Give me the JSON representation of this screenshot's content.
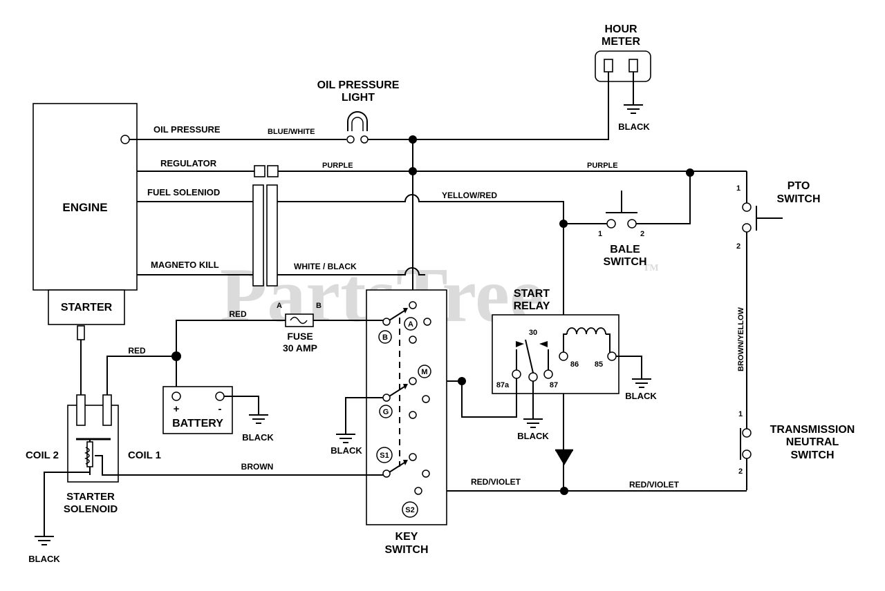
{
  "watermark": {
    "text": "PartsTree",
    "tm": "TM"
  },
  "components": {
    "hour_meter": [
      "HOUR",
      "METER"
    ],
    "oil_light": [
      "OIL PRESSURE",
      "LIGHT"
    ],
    "engine": "ENGINE",
    "starter": "STARTER",
    "pto_switch": [
      "PTO",
      "SWITCH"
    ],
    "bale_switch": [
      "BALE",
      "SWITCH"
    ],
    "start_relay": [
      "START",
      "RELAY"
    ],
    "fuse": [
      "FUSE",
      "30 AMP"
    ],
    "battery": "BATTERY",
    "starter_solenoid": [
      "STARTER",
      "SOLENOID"
    ],
    "coil1": "COIL 1",
    "coil2": "COIL 2",
    "key_switch": [
      "KEY",
      "SWITCH"
    ],
    "trans_switch": [
      "TRANSMISSION",
      "NEUTRAL",
      "SWITCH"
    ]
  },
  "wires": {
    "oil_pressure": "OIL PRESSURE",
    "blue_white": "BLUE/WHITE",
    "regulator": "REGULATOR",
    "purple_left": "PURPLE",
    "purple_right": "PURPLE",
    "fuel_solenoid": "FUEL SOLENIOD",
    "yellow_red": "YELLOW/RED",
    "magneto_kill": "MAGNETO KILL",
    "white_black": "WHITE / BLACK",
    "red_fuse": "RED",
    "red_solenoid": "RED",
    "brown": "BROWN",
    "red_violet_left": "RED/VIOLET",
    "red_violet_right": "RED/VIOLET",
    "brown_yellow": "BROWN/YELLOW"
  },
  "grounds": {
    "hour_meter": "BLACK",
    "battery": "BLACK",
    "key_switch": "BLACK",
    "relay_87a": "BLACK",
    "relay_85": "BLACK",
    "solenoid": "BLACK"
  },
  "terminals": {
    "fuse_a": "A",
    "fuse_b": "B",
    "battery_pos": "+",
    "battery_neg": "-",
    "key_a": "A",
    "key_b": "B",
    "key_m": "M",
    "key_g": "G",
    "key_s1": "S1",
    "key_s2": "S2",
    "relay_30": "30",
    "relay_87a": "87a",
    "relay_87": "87",
    "relay_86": "86",
    "relay_85": "85",
    "bale_1": "1",
    "bale_2": "2",
    "pto_1": "1",
    "pto_2": "2",
    "trans_1": "1",
    "trans_2": "2"
  }
}
